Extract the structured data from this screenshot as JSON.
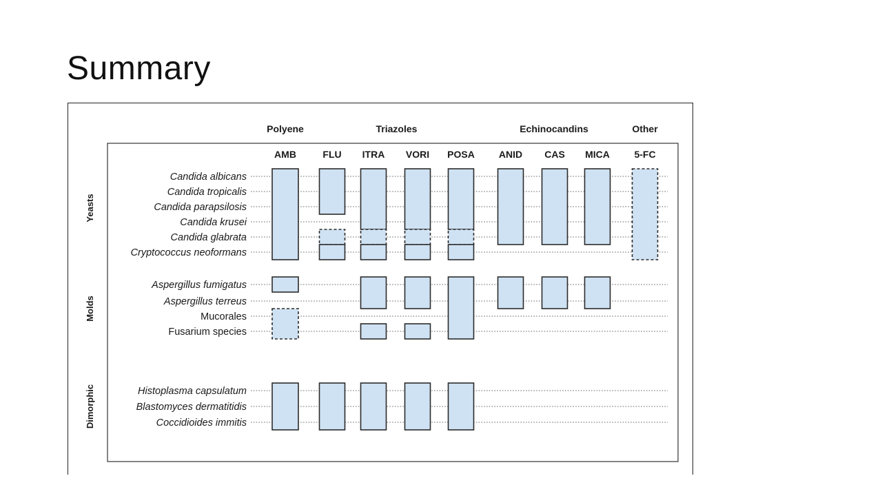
{
  "slide": {
    "title": "Summary"
  },
  "drug_groups": [
    {
      "label": "Polyene",
      "drugs": [
        "AMB"
      ]
    },
    {
      "label": "Triazoles",
      "drugs": [
        "FLU",
        "ITRA",
        "VORI",
        "POSA"
      ]
    },
    {
      "label": "Echinocandins",
      "drugs": [
        "ANID",
        "CAS",
        "MICA"
      ]
    },
    {
      "label": "Other",
      "drugs": [
        "5-FC"
      ]
    }
  ],
  "drugs": [
    "AMB",
    "FLU",
    "ITRA",
    "VORI",
    "POSA",
    "ANID",
    "CAS",
    "MICA",
    "5-FC"
  ],
  "categories": [
    {
      "label": "Yeasts",
      "organisms": [
        {
          "name": "Candida albicans",
          "italic": true
        },
        {
          "name": "Candida tropicalis",
          "italic": true
        },
        {
          "name": "Candida parapsilosis",
          "italic": true
        },
        {
          "name": "Candida krusei",
          "italic": true
        },
        {
          "name": "Candida glabrata",
          "italic": true
        },
        {
          "name": "Cryptococcus neoformans",
          "italic": true
        }
      ]
    },
    {
      "label": "Molds",
      "organisms": [
        {
          "name": "Aspergillus fumigatus",
          "italic": true
        },
        {
          "name": "Aspergillus terreus",
          "italic": true
        },
        {
          "name": "Mucorales",
          "italic": false
        },
        {
          "name": "Fusarium species",
          "italic": false
        }
      ]
    },
    {
      "label": "Dimorphic",
      "organisms": [
        {
          "name": "Histoplasma capsulatum",
          "italic": true
        },
        {
          "name": "Blastomyces dermatitidis",
          "italic": true
        },
        {
          "name": "Coccidioides immitis",
          "italic": true
        }
      ]
    }
  ],
  "activity": [
    {
      "drug": "AMB",
      "from": "Candida albicans",
      "to": "Cryptococcus neoformans",
      "style": "solid"
    },
    {
      "drug": "AMB",
      "from": "Aspergillus fumigatus",
      "to": "Aspergillus fumigatus",
      "style": "solid"
    },
    {
      "drug": "AMB",
      "from": "Mucorales",
      "to": "Fusarium species",
      "style": "dashed"
    },
    {
      "drug": "AMB",
      "from": "Histoplasma capsulatum",
      "to": "Coccidioides immitis",
      "style": "solid"
    },
    {
      "drug": "FLU",
      "from": "Candida albicans",
      "to": "Candida parapsilosis",
      "style": "solid"
    },
    {
      "drug": "FLU",
      "from": "Candida glabrata",
      "to": "Candida glabrata",
      "style": "dashed"
    },
    {
      "drug": "FLU",
      "from": "Cryptococcus neoformans",
      "to": "Cryptococcus neoformans",
      "style": "solid"
    },
    {
      "drug": "FLU",
      "from": "Histoplasma capsulatum",
      "to": "Coccidioides immitis",
      "style": "solid"
    },
    {
      "drug": "ITRA",
      "from": "Candida albicans",
      "to": "Candida krusei",
      "style": "solid"
    },
    {
      "drug": "ITRA",
      "from": "Candida glabrata",
      "to": "Candida glabrata",
      "style": "dashed"
    },
    {
      "drug": "ITRA",
      "from": "Cryptococcus neoformans",
      "to": "Cryptococcus neoformans",
      "style": "solid"
    },
    {
      "drug": "ITRA",
      "from": "Aspergillus fumigatus",
      "to": "Aspergillus terreus",
      "style": "solid"
    },
    {
      "drug": "ITRA",
      "from": "Fusarium species",
      "to": "Fusarium species",
      "style": "solid"
    },
    {
      "drug": "ITRA",
      "from": "Histoplasma capsulatum",
      "to": "Coccidioides immitis",
      "style": "solid"
    },
    {
      "drug": "VORI",
      "from": "Candida albicans",
      "to": "Candida krusei",
      "style": "solid"
    },
    {
      "drug": "VORI",
      "from": "Candida glabrata",
      "to": "Candida glabrata",
      "style": "dashed"
    },
    {
      "drug": "VORI",
      "from": "Cryptococcus neoformans",
      "to": "Cryptococcus neoformans",
      "style": "solid"
    },
    {
      "drug": "VORI",
      "from": "Aspergillus fumigatus",
      "to": "Aspergillus terreus",
      "style": "solid"
    },
    {
      "drug": "VORI",
      "from": "Fusarium species",
      "to": "Fusarium species",
      "style": "solid"
    },
    {
      "drug": "VORI",
      "from": "Histoplasma capsulatum",
      "to": "Coccidioides immitis",
      "style": "solid"
    },
    {
      "drug": "POSA",
      "from": "Candida albicans",
      "to": "Candida krusei",
      "style": "solid"
    },
    {
      "drug": "POSA",
      "from": "Candida glabrata",
      "to": "Candida glabrata",
      "style": "dashed"
    },
    {
      "drug": "POSA",
      "from": "Cryptococcus neoformans",
      "to": "Cryptococcus neoformans",
      "style": "solid"
    },
    {
      "drug": "POSA",
      "from": "Aspergillus fumigatus",
      "to": "Fusarium species",
      "style": "solid"
    },
    {
      "drug": "POSA",
      "from": "Histoplasma capsulatum",
      "to": "Coccidioides immitis",
      "style": "solid"
    },
    {
      "drug": "ANID",
      "from": "Candida albicans",
      "to": "Candida glabrata",
      "style": "solid"
    },
    {
      "drug": "ANID",
      "from": "Aspergillus fumigatus",
      "to": "Aspergillus terreus",
      "style": "solid"
    },
    {
      "drug": "CAS",
      "from": "Candida albicans",
      "to": "Candida glabrata",
      "style": "solid"
    },
    {
      "drug": "CAS",
      "from": "Aspergillus fumigatus",
      "to": "Aspergillus terreus",
      "style": "solid"
    },
    {
      "drug": "MICA",
      "from": "Candida albicans",
      "to": "Candida glabrata",
      "style": "solid"
    },
    {
      "drug": "MICA",
      "from": "Aspergillus fumigatus",
      "to": "Aspergillus terreus",
      "style": "solid"
    },
    {
      "drug": "5-FC",
      "from": "Candida albicans",
      "to": "Cryptococcus neoformans",
      "style": "dashed"
    }
  ],
  "colors": {
    "bar_fill": "#cfe2f3",
    "bar_stroke": "#2b2b2b",
    "leader": "#9a9a9a"
  }
}
